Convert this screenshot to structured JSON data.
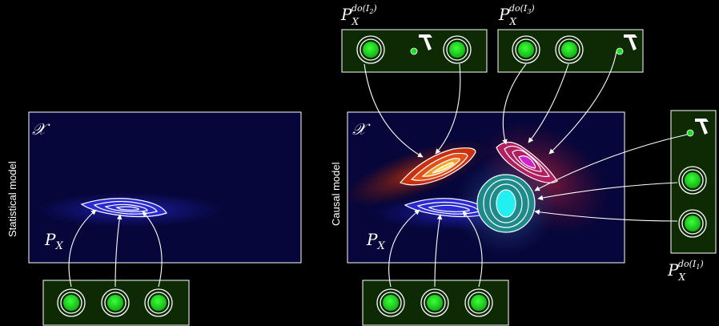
{
  "left_panel": {
    "side_label": "Statistical model",
    "space_symbol": "𝒳",
    "dist_label_base": "P",
    "dist_label_sub": "X"
  },
  "right_panel": {
    "side_label": "Causal model",
    "space_symbol": "𝒳",
    "dist_label_base": "P",
    "dist_label_sub": "X"
  },
  "interventions": [
    {
      "base": "P",
      "sub": "X",
      "sup": "do(I",
      "sup_idx": "2",
      "sup_close": ")"
    },
    {
      "base": "P",
      "sub": "X",
      "sup": "do(I",
      "sup_idx": "3",
      "sup_close": ")"
    },
    {
      "base": "P",
      "sub": "X",
      "sup": "do(I",
      "sup_idx": "1",
      "sup_close": ")"
    }
  ],
  "colors": {
    "panel_fill": "#06063a",
    "node_box_fill": "#0d2a05",
    "node_green": "#22dd22",
    "observational_blue": "#2a2ad0",
    "intervention_red": "#c83010",
    "intervention_magenta": "#cc22cc",
    "intervention_cyan": "#22e0e0"
  },
  "icons": [
    "hammer-icon",
    "node-icon"
  ]
}
